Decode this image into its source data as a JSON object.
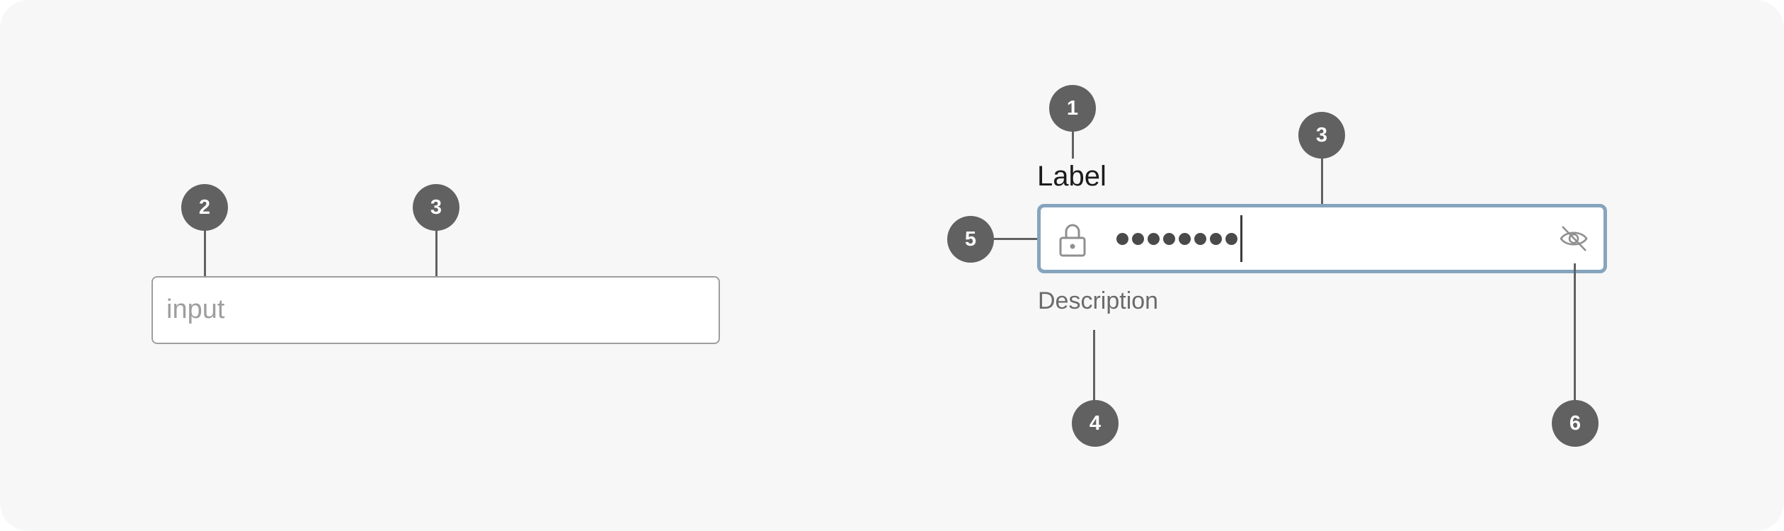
{
  "basic_input": {
    "placeholder": "input"
  },
  "password_field": {
    "label": "Label",
    "description": "Description",
    "masked_length": 8,
    "leading_icon": "lock-icon",
    "trailing_icon": "eye-off-icon"
  },
  "callouts": {
    "one": "1",
    "two": "2",
    "three": "3",
    "four": "4",
    "five": "5",
    "six": "6"
  },
  "colors": {
    "canvas_background": "#f7f7f7",
    "callout": "#616161",
    "focus_border": "#86a4bd",
    "default_border": "#9e9e9e"
  }
}
